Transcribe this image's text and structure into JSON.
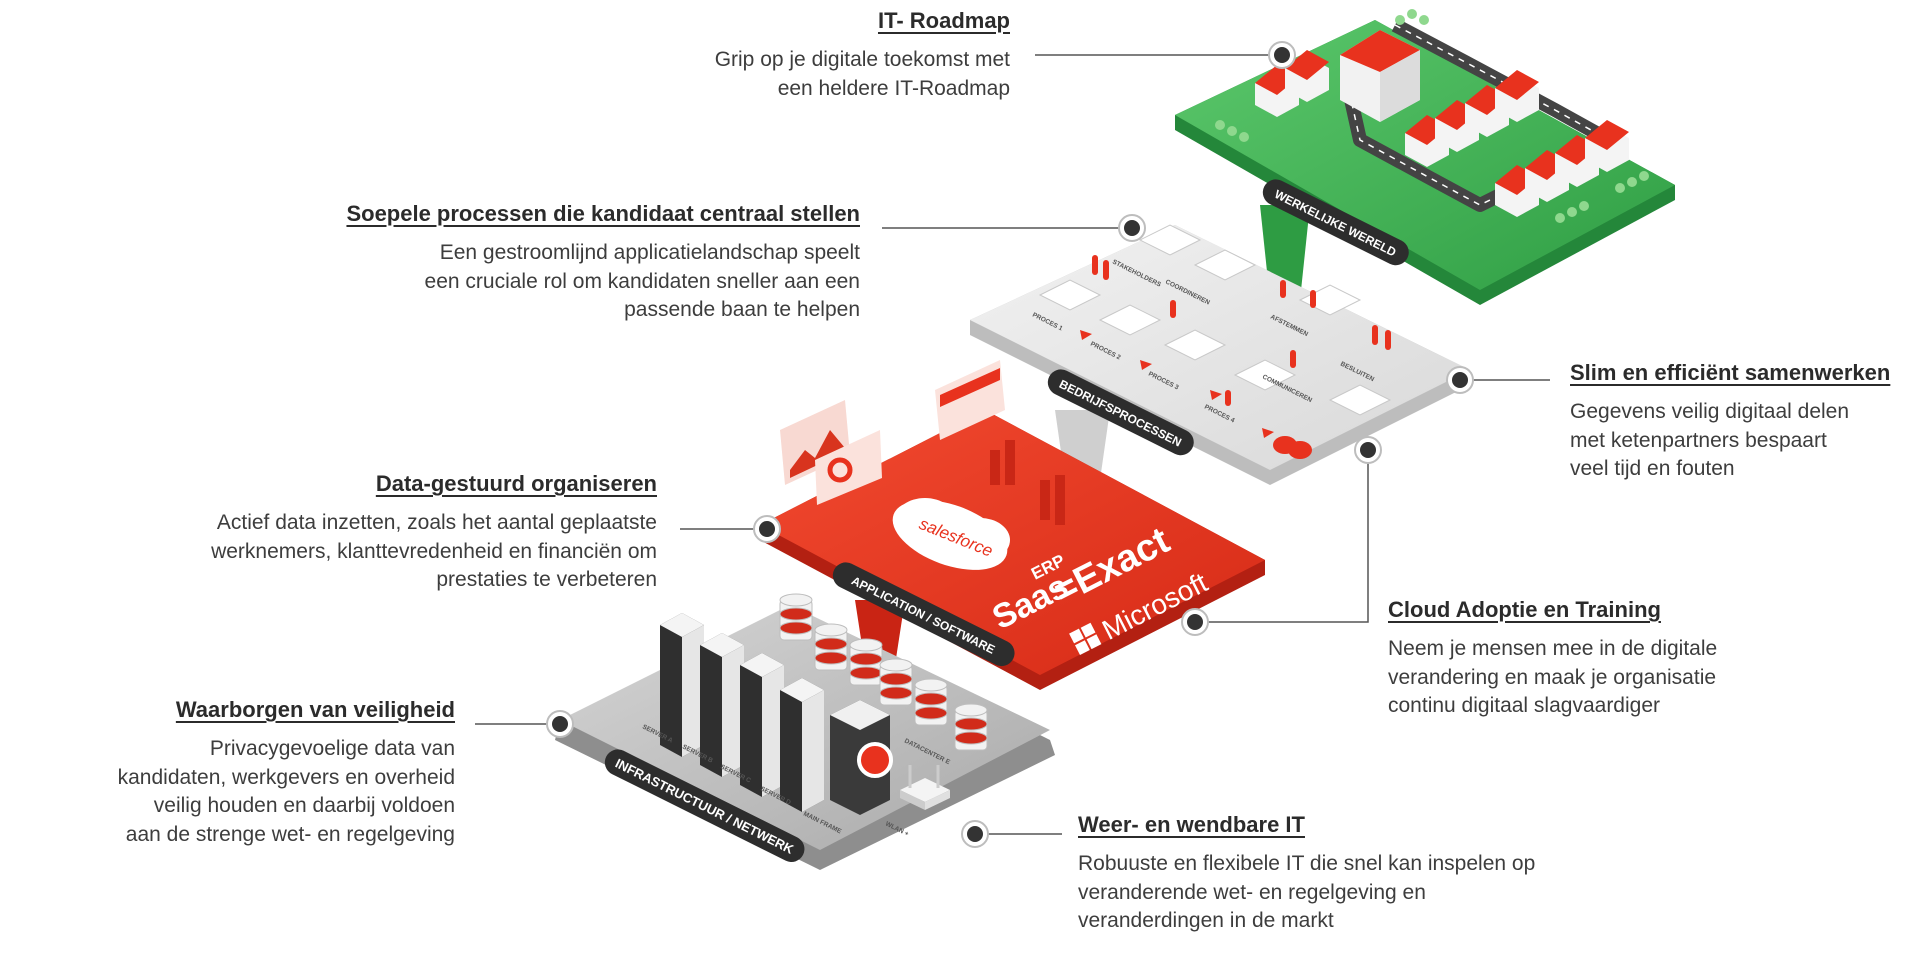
{
  "callouts": {
    "roadmap": {
      "title": "IT- Roadmap",
      "lines": [
        "Grip op je digitale toekomst met",
        "een heldere IT-Roadmap"
      ]
    },
    "processen": {
      "title": "Soepele processen die kandidaat centraal stellen",
      "lines": [
        "Een gestroomlijnd applicatielandschap speelt",
        "een cruciale rol om kandidaten sneller aan een",
        "passende baan te helpen"
      ]
    },
    "samenwerken": {
      "title": "Slim en efficiënt samenwerken",
      "lines": [
        "Gegevens veilig digitaal delen",
        "met ketenpartners bespaart",
        "veel tijd en fouten"
      ]
    },
    "data": {
      "title": "Data-gestuurd organiseren",
      "lines": [
        "Actief data inzetten, zoals het aantal geplaatste",
        "werknemers, klanttevredenheid en financiën om",
        "prestaties te verbeteren"
      ]
    },
    "cloud": {
      "title": "Cloud Adoptie en Training",
      "lines": [
        "Neem je mensen mee in de digitale",
        "verandering en maak je organisatie",
        "continu digitaal slagvaardiger"
      ]
    },
    "veiligheid": {
      "title": "Waarborgen van veiligheid",
      "lines": [
        "Privacygevoelige data van",
        "kandidaten, werkgevers en overheid",
        "veilig houden en daarbij voldoen",
        "aan de strenge wet- en regelgeving"
      ]
    },
    "wendbaar": {
      "title": "Weer- en wendbare IT",
      "lines": [
        "Robuuste en flexibele IT die snel kan inspelen op",
        "veranderende wet- en regelgeving en",
        "veranderdingen in de markt"
      ]
    }
  },
  "layers": {
    "world": "WERKELIJKE WERELD",
    "processes": "BEDRIJFSPROCESSEN",
    "application": "APPLICATION / SOFTWARE",
    "infrastructure": "INFRASTRUCTUUR / NETWERK"
  },
  "process_tags": [
    "STAKEHOLDERS",
    "PROCES 1",
    "PROCES 2",
    "PROCES 3",
    "PROCES 4",
    "COORDINEREN",
    "AFSTEMMEN",
    "COMMUNICEREN",
    "BESLUITEN"
  ],
  "server_tags": [
    "SERVER A",
    "SERVER B",
    "SERVER C",
    "SERVER D",
    "MAIN FRAME",
    "DATACENTER E",
    "WLAN +"
  ],
  "logos": {
    "salesforce": "salesforce",
    "erp": "ERP",
    "saas": "Saas",
    "exact": "=Exact",
    "microsoft": "Microsoft"
  },
  "colors": {
    "green": "#3fae52",
    "red": "#e8321e",
    "light_gray": "#e2e2e2",
    "gray": "#b8b8b8",
    "dark_label": "#2d2d2d",
    "connector": "#555555"
  }
}
